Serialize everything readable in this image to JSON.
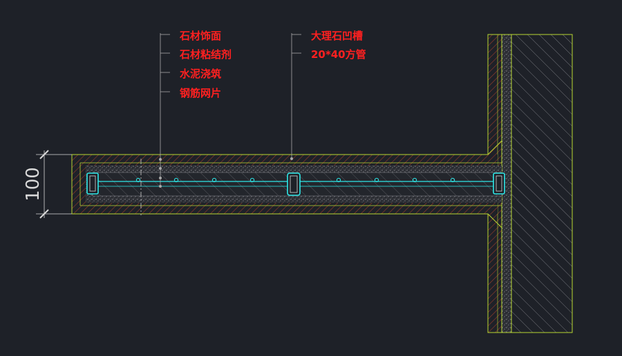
{
  "colors": {
    "background": "#1e2128",
    "outline": "#b8d832",
    "hatch": "#8b3a2a",
    "hatch_wall": "#9a9aa0",
    "concrete": "#6e6e74",
    "rebar": "#2ee8e8",
    "leader": "#a9a9a9",
    "label_text": "#ff2020",
    "dimension": "#d8d8d8"
  },
  "labels_left": [
    "石材饰面",
    "石材粘结剂",
    "水泥浇筑",
    "钢筋网片"
  ],
  "labels_right": [
    "大理石凹槽",
    "20*40方管"
  ],
  "dimension": {
    "value": "100"
  }
}
